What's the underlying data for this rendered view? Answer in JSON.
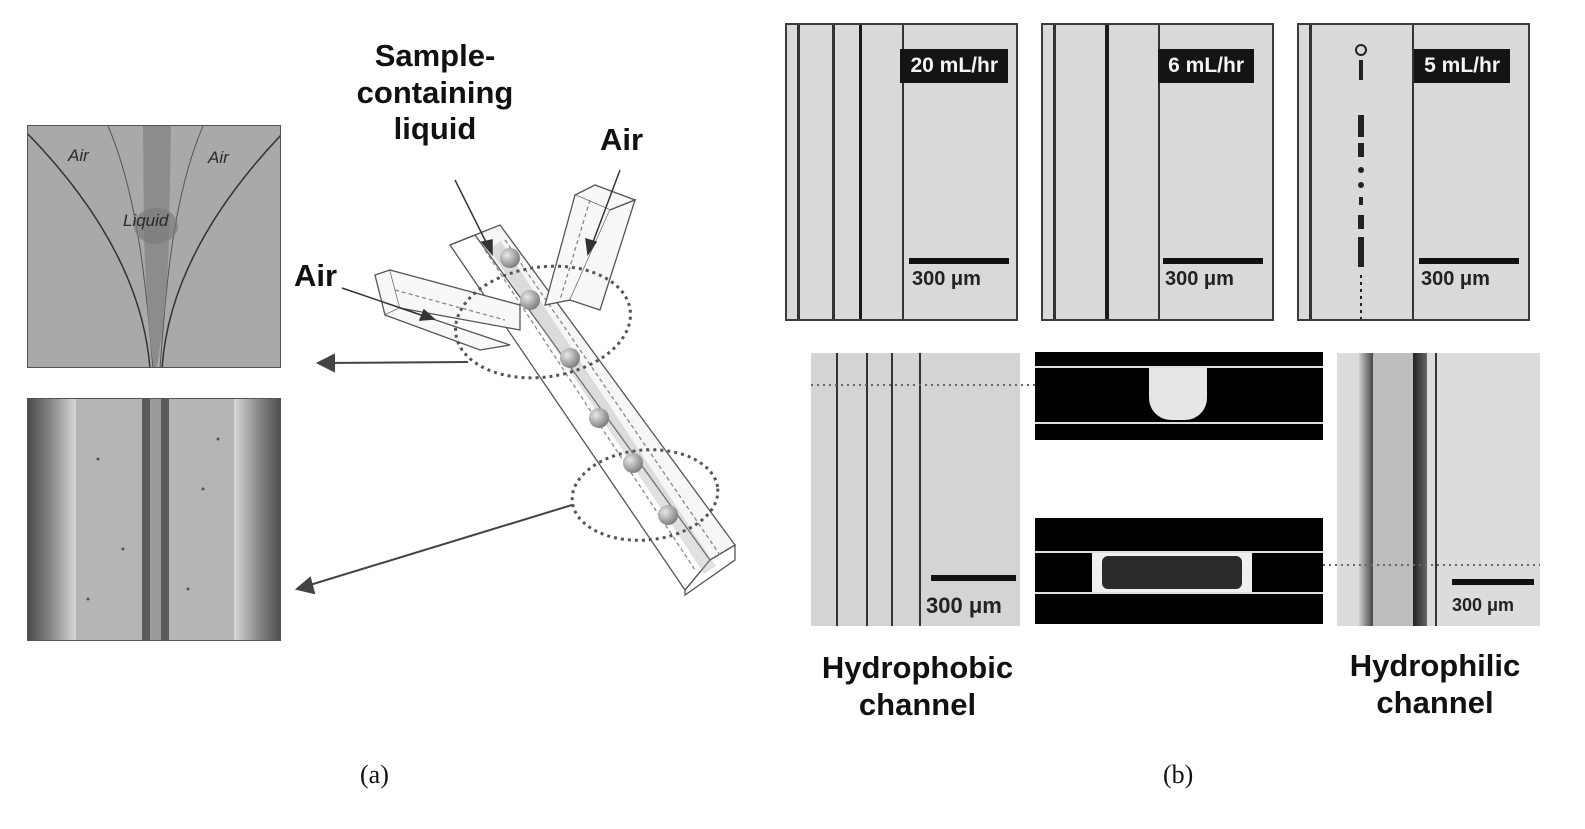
{
  "panel_a": {
    "caption": "(a)",
    "label_sample": "Sample-\ncontaining\nliquid",
    "label_air_top": "Air",
    "label_air_left": "Air",
    "inset_air_left": "Air",
    "inset_air_right": "Air",
    "inset_liquid": "Liquid"
  },
  "panel_b": {
    "caption": "(b)",
    "flow_rates": [
      "20 mL/hr",
      "6 mL/hr",
      "5 mL/hr"
    ],
    "scale_bar": "300 μm",
    "hydrophobic_label": "Hydrophobic\nchannel",
    "hydrophilic_label": "Hydrophilic\nchannel"
  }
}
